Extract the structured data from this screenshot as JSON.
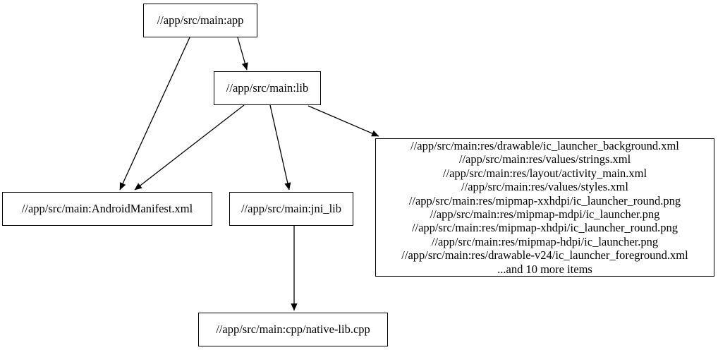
{
  "diagram": {
    "type": "dependency-graph",
    "background_color": "#ffffff",
    "node_border_color": "#000000",
    "edge_color": "#000000",
    "text_color": "#000000",
    "nodes": {
      "app": {
        "label": "//app/src/main:app"
      },
      "lib": {
        "label": "//app/src/main:lib"
      },
      "manifest": {
        "label": "//app/src/main:AndroidManifest.xml"
      },
      "jni_lib": {
        "label": "//app/src/main:jni_lib"
      },
      "native": {
        "label": "//app/src/main:cpp/native-lib.cpp"
      },
      "res": {
        "lines": [
          "//app/src/main:res/drawable/ic_launcher_background.xml",
          "//app/src/main:res/values/strings.xml",
          "//app/src/main:res/layout/activity_main.xml",
          "//app/src/main:res/values/styles.xml",
          "//app/src/main:res/mipmap-xxhdpi/ic_launcher_round.png",
          "//app/src/main:res/mipmap-mdpi/ic_launcher.png",
          "//app/src/main:res/mipmap-xhdpi/ic_launcher_round.png",
          "//app/src/main:res/mipmap-hdpi/ic_launcher.png",
          "//app/src/main:res/drawable-v24/ic_launcher_foreground.xml"
        ],
        "more_label": "...and 10 more items"
      }
    },
    "edges": [
      {
        "from": "//app/src/main:app",
        "to": "//app/src/main:lib"
      },
      {
        "from": "//app/src/main:app",
        "to": "//app/src/main:AndroidManifest.xml"
      },
      {
        "from": "//app/src/main:lib",
        "to": "//app/src/main:AndroidManifest.xml"
      },
      {
        "from": "//app/src/main:lib",
        "to": "//app/src/main:jni_lib"
      },
      {
        "from": "//app/src/main:lib",
        "to": "//app/src/main:res (resource file list)"
      },
      {
        "from": "//app/src/main:jni_lib",
        "to": "//app/src/main:cpp/native-lib.cpp"
      }
    ]
  }
}
